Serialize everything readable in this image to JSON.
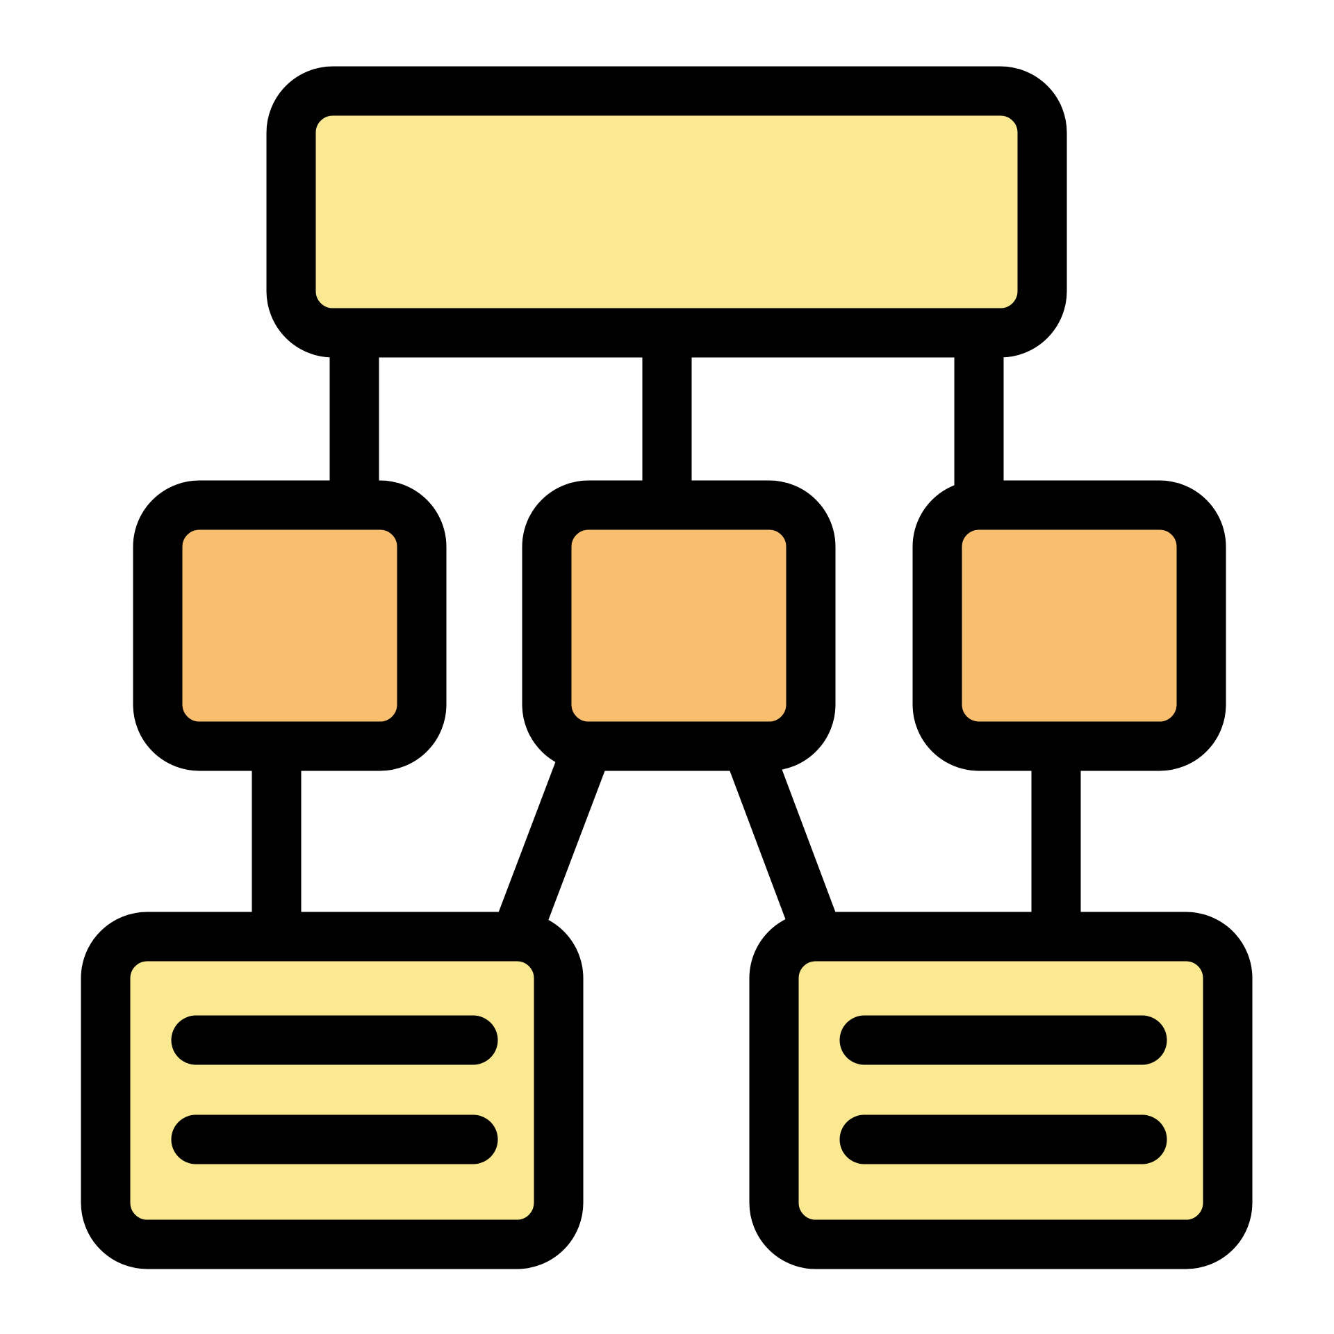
{
  "icon": {
    "name": "hierarchy-flowchart-icon",
    "colors": {
      "outline": "#000000",
      "node_top": "#FBE991",
      "node_middle": "#F9BF6F",
      "node_bottom": "#FBE991",
      "background": "#FFFFFF"
    },
    "nodes": [
      {
        "id": "top",
        "level": "top",
        "text_lines": 0
      },
      {
        "id": "middle-left",
        "level": "middle",
        "text_lines": 0
      },
      {
        "id": "middle-center",
        "level": "middle",
        "text_lines": 0
      },
      {
        "id": "middle-right",
        "level": "middle",
        "text_lines": 0
      },
      {
        "id": "bottom-left",
        "level": "bottom",
        "text_lines": 2
      },
      {
        "id": "bottom-right",
        "level": "bottom",
        "text_lines": 2
      }
    ],
    "edges": [
      {
        "from": "top",
        "to": "middle-left"
      },
      {
        "from": "top",
        "to": "middle-center"
      },
      {
        "from": "top",
        "to": "middle-right"
      },
      {
        "from": "middle-left",
        "to": "bottom-left"
      },
      {
        "from": "middle-center",
        "to": "bottom-left"
      },
      {
        "from": "middle-center",
        "to": "bottom-right"
      },
      {
        "from": "middle-right",
        "to": "bottom-right"
      }
    ]
  }
}
